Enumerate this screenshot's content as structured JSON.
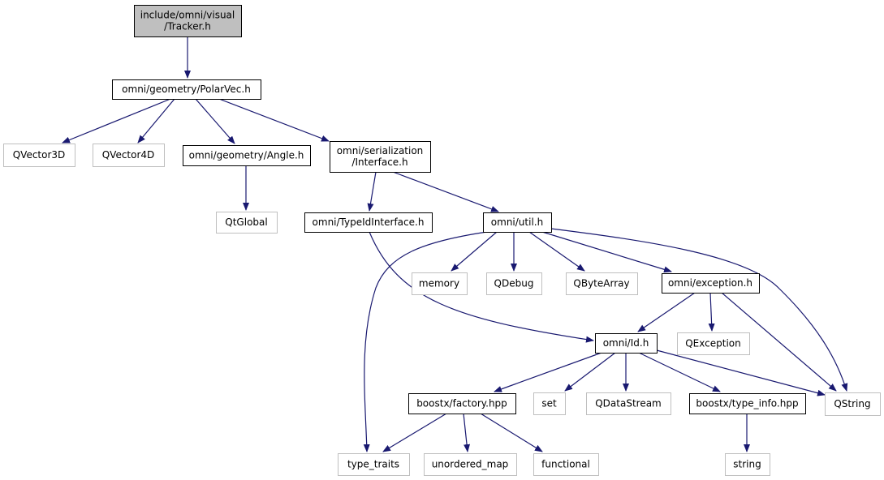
{
  "nodes": [
    {
      "id": "tracker",
      "lines": [
        "include/omni/visual",
        "/Tracker.h"
      ],
      "style": "root"
    },
    {
      "id": "polarvec",
      "lines": [
        "omni/geometry/PolarVec.h"
      ],
      "style": "internal"
    },
    {
      "id": "qvector3d",
      "lines": [
        "QVector3D"
      ],
      "style": "external"
    },
    {
      "id": "qvector4d",
      "lines": [
        "QVector4D"
      ],
      "style": "external"
    },
    {
      "id": "angle",
      "lines": [
        "omni/geometry/Angle.h"
      ],
      "style": "internal"
    },
    {
      "id": "serial",
      "lines": [
        "omni/serialization",
        "/Interface.h"
      ],
      "style": "internal"
    },
    {
      "id": "qtglobal",
      "lines": [
        "QtGlobal"
      ],
      "style": "external"
    },
    {
      "id": "typeid",
      "lines": [
        "omni/TypeIdInterface.h"
      ],
      "style": "internal"
    },
    {
      "id": "util",
      "lines": [
        "omni/util.h"
      ],
      "style": "internal"
    },
    {
      "id": "memory",
      "lines": [
        "memory"
      ],
      "style": "external"
    },
    {
      "id": "qdebug",
      "lines": [
        "QDebug"
      ],
      "style": "external"
    },
    {
      "id": "qbytearray",
      "lines": [
        "QByteArray"
      ],
      "style": "external"
    },
    {
      "id": "exception",
      "lines": [
        "omni/exception.h"
      ],
      "style": "internal"
    },
    {
      "id": "qexception",
      "lines": [
        "QException"
      ],
      "style": "external"
    },
    {
      "id": "idh",
      "lines": [
        "omni/Id.h"
      ],
      "style": "internal"
    },
    {
      "id": "factory",
      "lines": [
        "boostx/factory.hpp"
      ],
      "style": "internal"
    },
    {
      "id": "set",
      "lines": [
        "set"
      ],
      "style": "external"
    },
    {
      "id": "qdatastream",
      "lines": [
        "QDataStream"
      ],
      "style": "external"
    },
    {
      "id": "typeinfo",
      "lines": [
        "boostx/type_info.hpp"
      ],
      "style": "internal"
    },
    {
      "id": "qstring",
      "lines": [
        "QString"
      ],
      "style": "external"
    },
    {
      "id": "type_traits",
      "lines": [
        "type_traits"
      ],
      "style": "external"
    },
    {
      "id": "unordered_map",
      "lines": [
        "unordered_map"
      ],
      "style": "external"
    },
    {
      "id": "functional",
      "lines": [
        "functional"
      ],
      "style": "external"
    },
    {
      "id": "string",
      "lines": [
        "string"
      ],
      "style": "external"
    }
  ],
  "edges": [
    [
      "tracker",
      "polarvec"
    ],
    [
      "polarvec",
      "qvector3d"
    ],
    [
      "polarvec",
      "qvector4d"
    ],
    [
      "polarvec",
      "angle"
    ],
    [
      "polarvec",
      "serial"
    ],
    [
      "angle",
      "qtglobal"
    ],
    [
      "serial",
      "typeid"
    ],
    [
      "serial",
      "util"
    ],
    [
      "typeid",
      "idh"
    ],
    [
      "util",
      "type_traits"
    ],
    [
      "util",
      "memory"
    ],
    [
      "util",
      "qdebug"
    ],
    [
      "util",
      "qbytearray"
    ],
    [
      "util",
      "exception"
    ],
    [
      "util",
      "qstring"
    ],
    [
      "exception",
      "idh"
    ],
    [
      "exception",
      "qexception"
    ],
    [
      "exception",
      "qstring"
    ],
    [
      "idh",
      "factory"
    ],
    [
      "idh",
      "set"
    ],
    [
      "idh",
      "qdatastream"
    ],
    [
      "idh",
      "typeinfo"
    ],
    [
      "idh",
      "qstring"
    ],
    [
      "factory",
      "type_traits"
    ],
    [
      "factory",
      "unordered_map"
    ],
    [
      "factory",
      "functional"
    ],
    [
      "typeinfo",
      "string"
    ]
  ],
  "colors": {
    "root_fill": "#bfbfbf",
    "internal_stroke": "#000000",
    "external_stroke": "#bfbfbf",
    "external_text": "#404040",
    "edge": "#191970"
  }
}
